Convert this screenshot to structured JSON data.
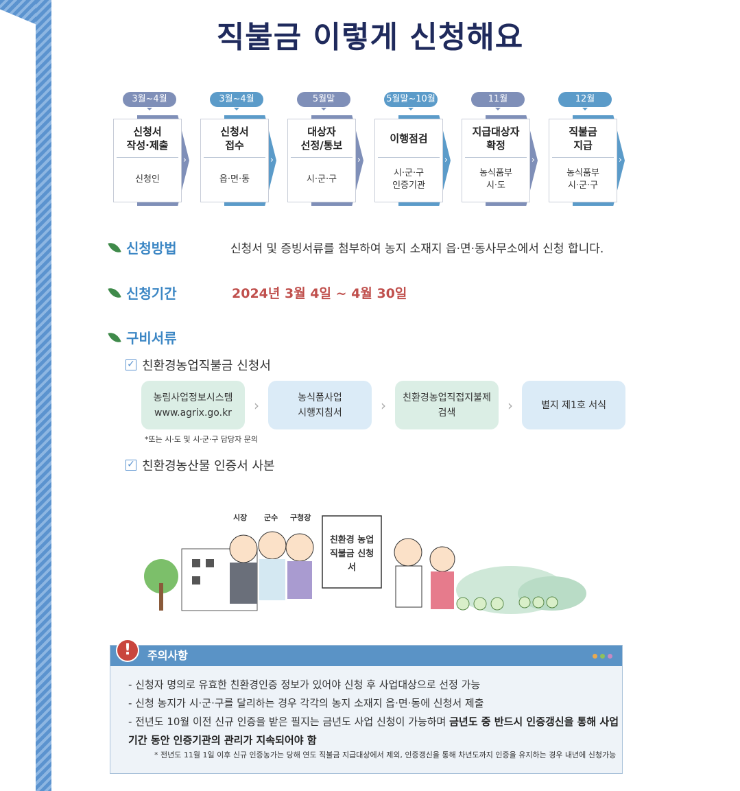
{
  "title": "직불금 이렇게 신청해요",
  "steps": [
    {
      "period": "3월~4월",
      "title": "신청서 작성·제출",
      "actor": "신청인"
    },
    {
      "period": "3월~4월",
      "title": "신청서 접수",
      "actor": "읍·면·동"
    },
    {
      "period": "5월말",
      "title": "대상자 선정/통보",
      "actor": "시·군·구"
    },
    {
      "period": "5월말~10월",
      "title": "이행점검",
      "actor": "시·군·구 인증기관"
    },
    {
      "period": "11월",
      "title": "지급대상자 확정",
      "actor": "농식품부 시·도"
    },
    {
      "period": "12월",
      "title": "직불금 지급",
      "actor": "농식품부 시·군·구"
    }
  ],
  "method": {
    "label": "신청방법",
    "text": "신청서 및 증빙서류를 첨부하여 농지 소재지 읍·면·동사무소에서 신청 합니다."
  },
  "period": {
    "label": "신청기간",
    "text": "2024년 3월 4일 ~ 4월 30일"
  },
  "docs": {
    "label": "구비서류",
    "item1": "친환경농업직불금 신청서",
    "flow": [
      "농림사업정보시스템 www.agrix.go.kr",
      "농식품사업 시행지침서",
      "친환경농업직접지불제 검색",
      "별지 제1호 서식"
    ],
    "note": "*또는 시·도 및 시·군·구 담당자 문의",
    "item2": "친환경농산물 인증서 사본"
  },
  "illustration": {
    "labels": [
      "시장",
      "군수",
      "구청장"
    ],
    "sign": "친환경 농업직불금 신청서"
  },
  "caution": {
    "title": "주의사항",
    "items": [
      "- 신청자 명의로 유효한 친환경인증 정보가 있어야 신청 후 사업대상으로 선정 가능",
      "- 신청 농지가 시·군·구를 달리하는 경우 각각의 농지 소재지 읍·면·동에 신청서 제출",
      "- 전년도 10월 이전 신규 인증을 받은 필지는 금년도 사업 신청이 가능하며 "
    ],
    "bold": "금년도 중 반드시 인증갱신을 통해 사업기간 동안 인증기관의 관리가 지속되어야 함",
    "footnote": "* 전년도 11월 1일 이후 신규 인증농가는 당해 연도 직불금 지급대상에서 제외, 인증갱신을 통해 차년도까지 인증을 유지하는 경우 내년에 신청가능"
  },
  "colors": {
    "title": "#1f2a5c",
    "accent": "#3b86c4",
    "period": "#c0504d",
    "badgeA": "#7f8fb8",
    "badgeB": "#5b9bc9"
  }
}
